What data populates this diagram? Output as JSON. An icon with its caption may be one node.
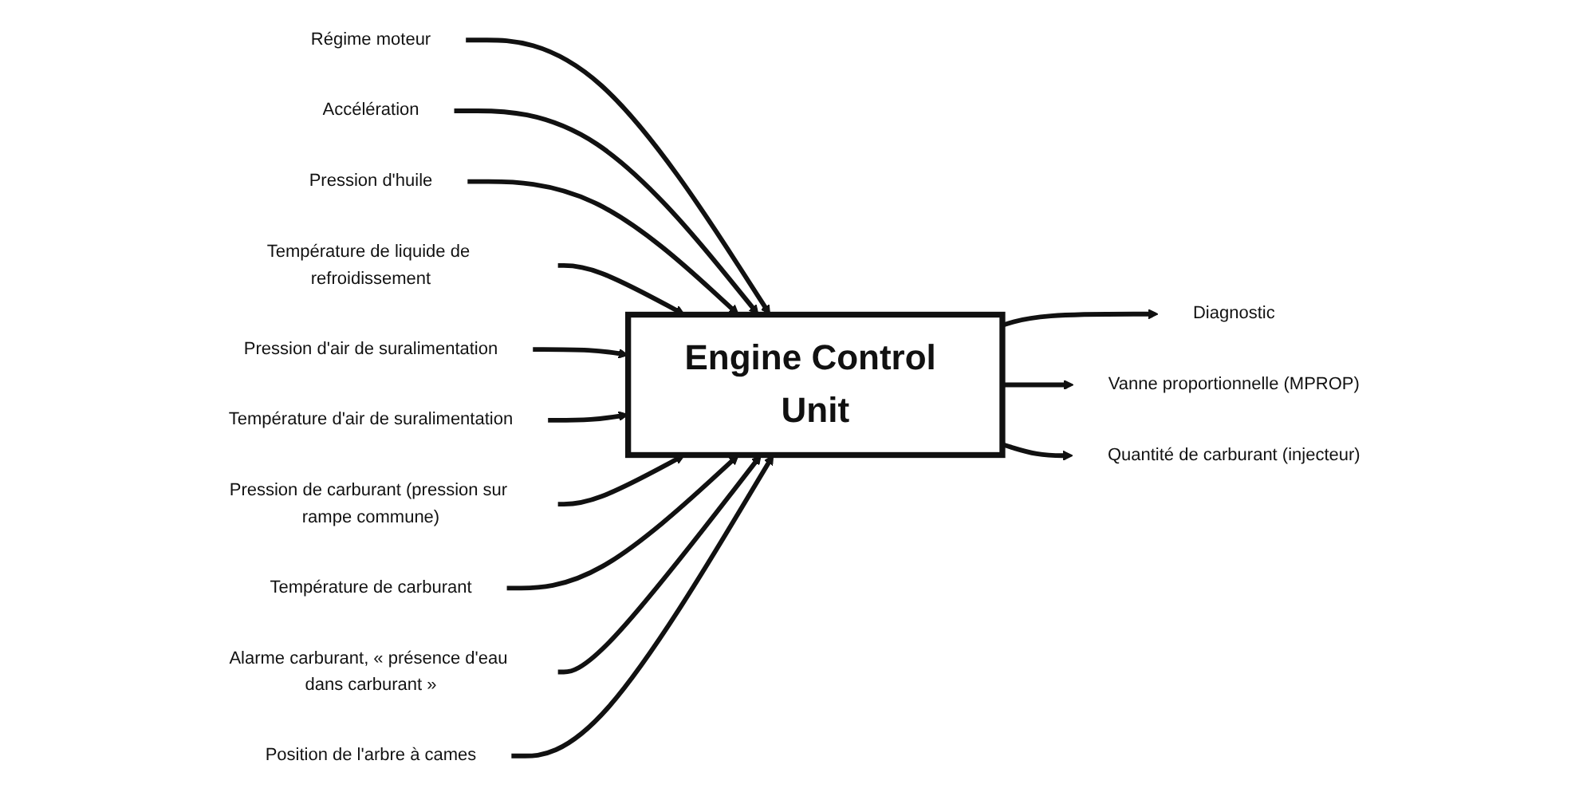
{
  "diagram": {
    "nodes": [
      {
        "text": [
          "Diagnostic"
        ]
      },
      {
        "text": [
          "Engine Control Unit"
        ]
      },
      {
        "text": [
          "Régime moteur"
        ]
      },
      {
        "text": [
          "Accélération"
        ]
      },
      {
        "text": [
          "Pression d'huile"
        ]
      },
      {
        "text": [
          "Température de liquide de refroidissement"
        ]
      },
      {
        "text": [
          "Pression d'air de suralimentation"
        ]
      },
      {
        "text": [
          "Température d'air de suralimentation"
        ]
      },
      {
        "text": [
          "Pression de carburant (pression sur rampe commune)"
        ]
      },
      {
        "text": [
          "Température de carburant"
        ]
      },
      {
        "text": [
          "Alarme carburant, « présence d'eau dans carburant »"
        ]
      },
      {
        "text": [
          "Position de l'arbre à cames"
        ]
      },
      {
        "text": [
          "Vanne proportionnelle (MPROP)"
        ]
      },
      {
        "text": [
          "Quantité de carburant (injecteur)"
        ]
      }
    ],
    "edges": [
      {
        "from": 1,
        "to": 0,
        "arrow": "to"
      },
      {
        "from": 2,
        "to": 1,
        "arrow": "to"
      },
      {
        "from": 3,
        "to": 1,
        "arrow": "to"
      },
      {
        "from": 4,
        "to": 1,
        "arrow": "to"
      },
      {
        "from": 5,
        "to": 1,
        "arrow": "to"
      },
      {
        "from": 6,
        "to": 1,
        "arrow": "to"
      },
      {
        "from": 7,
        "to": 1,
        "arrow": "to"
      },
      {
        "from": 8,
        "to": 1,
        "arrow": "to"
      },
      {
        "from": 9,
        "to": 1,
        "arrow": "to"
      },
      {
        "from": 10,
        "to": 1,
        "arrow": "to"
      },
      {
        "from": 11,
        "to": 1,
        "arrow": "to"
      },
      {
        "from": 1,
        "to": 12,
        "arrow": "to"
      },
      {
        "from": 1,
        "to": 13,
        "arrow": "to"
      }
    ]
  }
}
